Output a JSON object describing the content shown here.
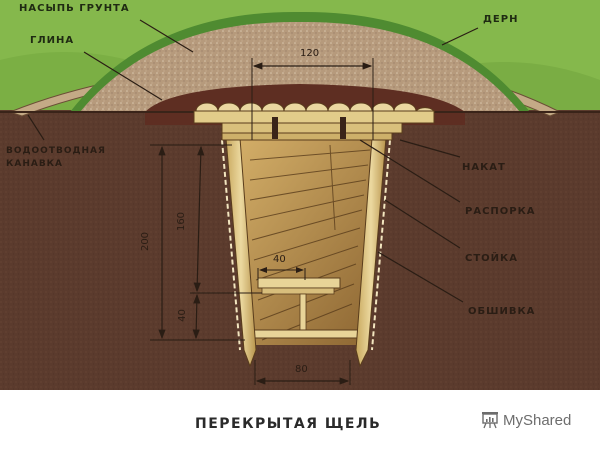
{
  "diagram": {
    "title": "ПЕРЕКРЫТАЯ ЩЕЛЬ",
    "labels": {
      "nasyp_grunta": "НАСЫПЬ ГРУНТА",
      "glina": "ГЛИНА",
      "dern": "ДЕРН",
      "vodootvodnaya_line1": "ВОДООТВОДНАЯ",
      "vodootvodnaya_line2": "КАНАВКА",
      "nakat": "НАКАТ",
      "rasporka": "РАСПОРКА",
      "stoyka": "СТОЙКА",
      "obshivka": "ОБШИВКА"
    },
    "dimensions": {
      "roof_width": "120",
      "total_depth": "200",
      "upper_depth": "160",
      "bench_height": "40",
      "bench_width": "40",
      "bottom_width": "80"
    },
    "colors": {
      "grass": "#7fb347",
      "grass_dark": "#4e8a30",
      "mound": "#b69a7c",
      "clay": "#5e2e22",
      "soil": "#5a3a2c",
      "wood": "#e2cc8a",
      "wood_dark": "#b08a45",
      "ink": "#2a1d14"
    }
  },
  "watermark": {
    "brand": "MyShared",
    "icon": "presentation-board-icon"
  }
}
